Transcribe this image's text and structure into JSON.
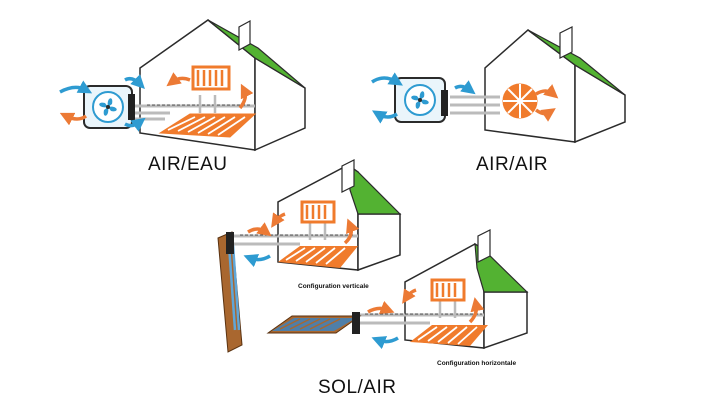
{
  "diagrams": {
    "air_eau": {
      "label": "AIR/EAU"
    },
    "air_air": {
      "label": "AIR/AIR"
    },
    "sol_air": {
      "label": "SOL/AIR",
      "vertical_caption": "Configuration verticale",
      "horizontal_caption": "Configuration horizontale"
    }
  },
  "colors": {
    "roof": "#53b232",
    "house_wall": "#ffffff",
    "outline": "#2b2b2b",
    "heating": "#f07b2c",
    "cold_arrow": "#2e9bd1",
    "warm_arrow": "#ec7a35",
    "ground": "#a9672f",
    "ground_pipe": "#5fa6d8",
    "unit_fill": "#eaf5fb",
    "pipe": "#d9d9d9"
  },
  "icons": [
    "fan-icon",
    "radiator-icon",
    "floor-heating-icon",
    "ground-probe-icon",
    "air-arrow-icon"
  ]
}
